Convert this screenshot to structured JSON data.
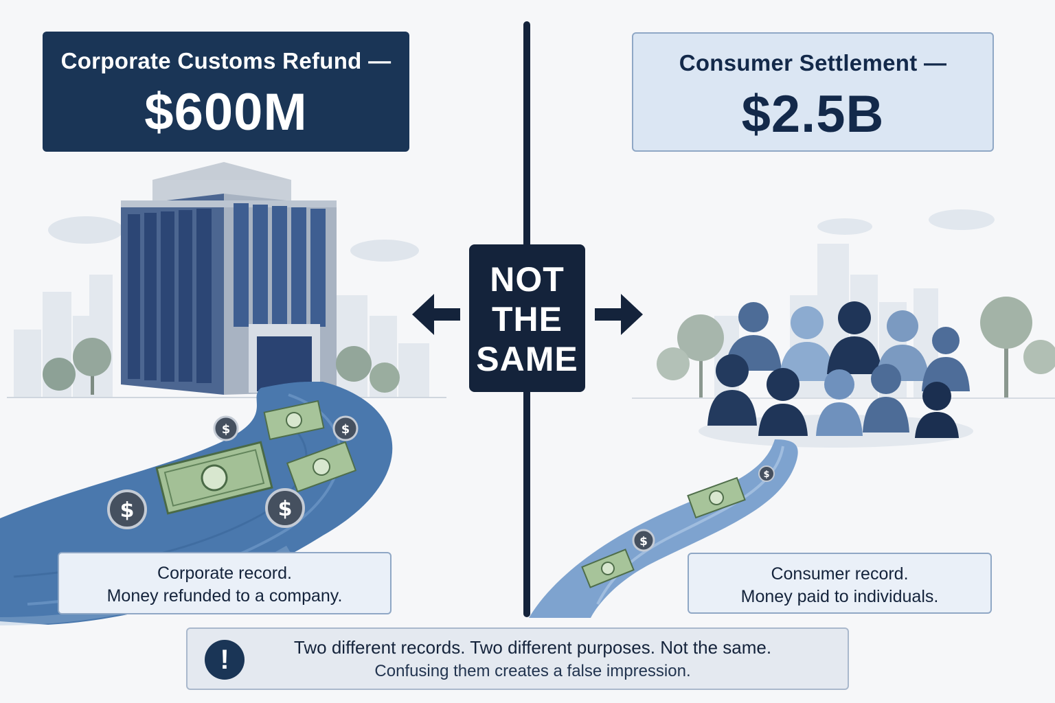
{
  "left": {
    "title": "Corporate Customs Refund —",
    "amount": "$600M",
    "caption_line1": "Corporate record.",
    "caption_line2": "Money refunded to a company."
  },
  "right": {
    "title": "Consumer Settlement —",
    "amount": "$2.5B",
    "caption_line1": "Consumer record.",
    "caption_line2": "Money paid to individuals."
  },
  "center": {
    "line1": "NOT",
    "line2": "THE",
    "line3": "SAME"
  },
  "note": {
    "main": "Two different records. Two different purposes. Not the same.",
    "sub": "Confusing them creates a false impression.",
    "icon": "!"
  },
  "colors": {
    "navy": "#1a3556",
    "sign": "#14233b",
    "light_blue": "#dbe6f3",
    "river": "#4a78ad"
  }
}
